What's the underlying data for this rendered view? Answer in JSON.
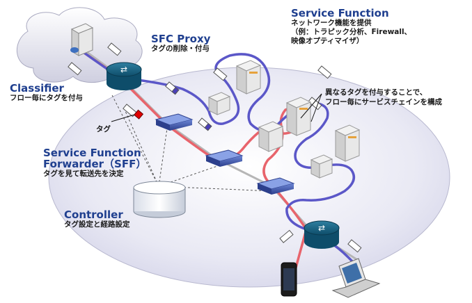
{
  "classifier": {
    "title": "Classifier",
    "subtitle": "フロー毎にタグを付与"
  },
  "tag": {
    "label": "タグ"
  },
  "sfc_proxy": {
    "title": "SFC Proxy",
    "subtitle": "タグの削除・付与"
  },
  "service_function": {
    "title": "Service Function",
    "lines": [
      "ネットワーク機能を提供",
      "（例：トラピック分析、Firewall、",
      "映像オプティマイザ）"
    ]
  },
  "sff": {
    "title_line1": "Service Function",
    "title_line2": "Forwarder（SFF）",
    "subtitle": "タグを見て転送先を決定"
  },
  "controller": {
    "title": "Controller",
    "subtitle": "タグ設定と経路設定"
  },
  "chain_note": {
    "lines": [
      "異なるタグを付与することで、",
      "フロー毎にサービスチェインを構成"
    ]
  },
  "colors": {
    "red_path": "#e8646c",
    "blue_path": "#5b57c8",
    "title_blue": "#1f3f8f",
    "tag_red": "#e00000",
    "ellipse_fill": "#e4e4f2"
  }
}
